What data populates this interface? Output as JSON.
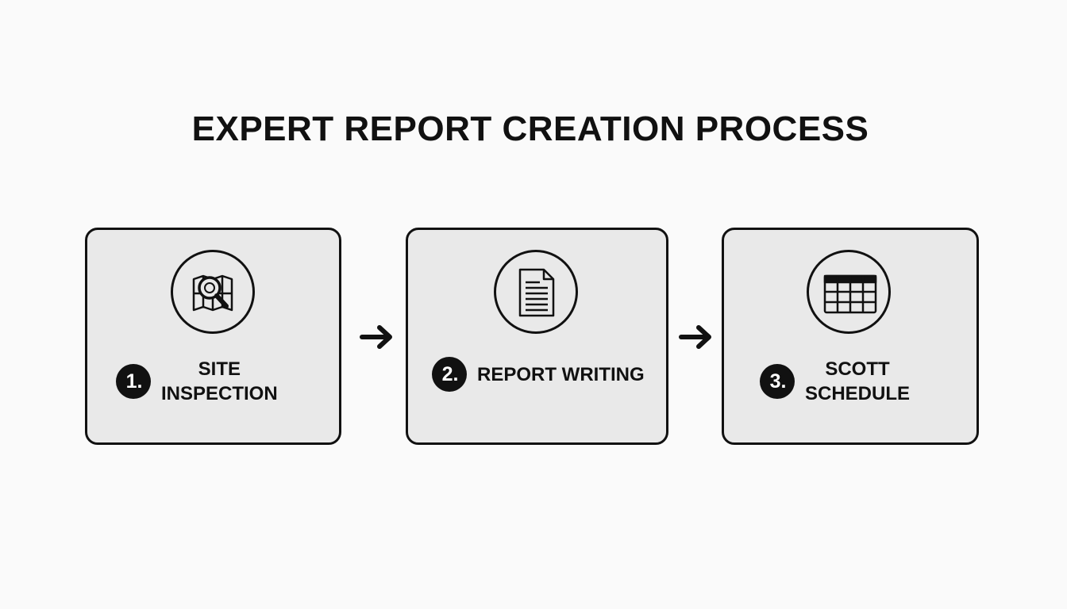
{
  "title": "EXPERT REPORT CREATION PROCESS",
  "steps": [
    {
      "number": "1.",
      "label_lines": [
        "SITE",
        "INSPECTION"
      ],
      "icon": "magnifier-map-icon"
    },
    {
      "number": "2.",
      "label_lines": [
        "REPORT WRITING"
      ],
      "icon": "document-icon"
    },
    {
      "number": "3.",
      "label_lines": [
        "SCOTT",
        "SCHEDULE"
      ],
      "icon": "table-grid-icon"
    }
  ],
  "connectors": [
    "arrow-right-icon",
    "arrow-right-icon"
  ],
  "colors": {
    "background": "#fafafa",
    "box_fill": "#e9e9e9",
    "stroke": "#111111",
    "badge_text": "#ffffff"
  }
}
